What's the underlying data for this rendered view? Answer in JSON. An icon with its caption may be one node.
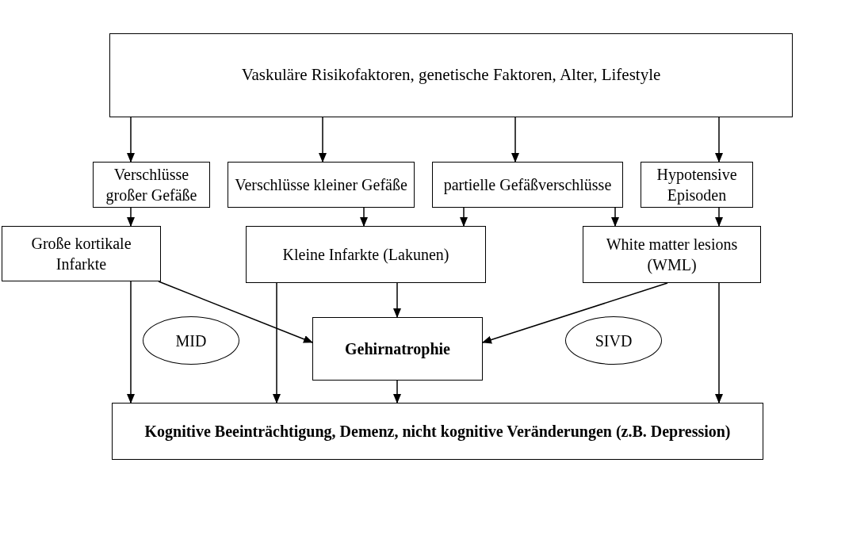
{
  "diagram": {
    "nodes": [
      {
        "text": [
          "Vaskuläre Risikofaktoren, genetische Faktoren, Alter, Lifestyle"
        ]
      },
      {
        "text": [
          "Verschlüsse großer Gefäße"
        ]
      },
      {
        "text": [
          "Verschlüsse kleiner Gefäße"
        ]
      },
      {
        "text": [
          "partielle Gefäßverschlüsse"
        ]
      },
      {
        "text": [
          "Hypotensive Episoden"
        ]
      },
      {
        "text": [
          "Große kortikale Infarkte"
        ]
      },
      {
        "text": [
          "Kleine Infarkte (Lakunen)"
        ]
      },
      {
        "text": [
          "White matter lesions (WML)"
        ]
      },
      {
        "text": [
          "Gehirnatrophie"
        ]
      },
      {
        "text": [
          "MID"
        ]
      },
      {
        "text": [
          "SIVD"
        ]
      },
      {
        "text": [
          "Kognitive Beeinträchtigung, Demenz, nicht kognitive Veränderungen (z.B. Depression)"
        ]
      }
    ],
    "edges": [
      {
        "from": 0,
        "to": 1,
        "arrow": "to"
      },
      {
        "from": 0,
        "to": 2,
        "arrow": "to"
      },
      {
        "from": 0,
        "to": 3,
        "arrow": "to"
      },
      {
        "from": 0,
        "to": 4,
        "arrow": "to"
      },
      {
        "from": 1,
        "to": 5,
        "arrow": "to"
      },
      {
        "from": 2,
        "to": 6,
        "arrow": "to"
      },
      {
        "from": 3,
        "to": 6,
        "arrow": "to"
      },
      {
        "from": 3,
        "to": 7,
        "arrow": "to"
      },
      {
        "from": 4,
        "to": 7,
        "arrow": "to"
      },
      {
        "from": 5,
        "to": 8,
        "arrow": "to"
      },
      {
        "from": 6,
        "to": 8,
        "arrow": "to"
      },
      {
        "from": 7,
        "to": 8,
        "arrow": "to"
      },
      {
        "from": 5,
        "to": 11,
        "arrow": "to"
      },
      {
        "from": 6,
        "to": 11,
        "arrow": "to"
      },
      {
        "from": 8,
        "to": 11,
        "arrow": "to"
      },
      {
        "from": 7,
        "to": 11,
        "arrow": "to"
      }
    ]
  }
}
